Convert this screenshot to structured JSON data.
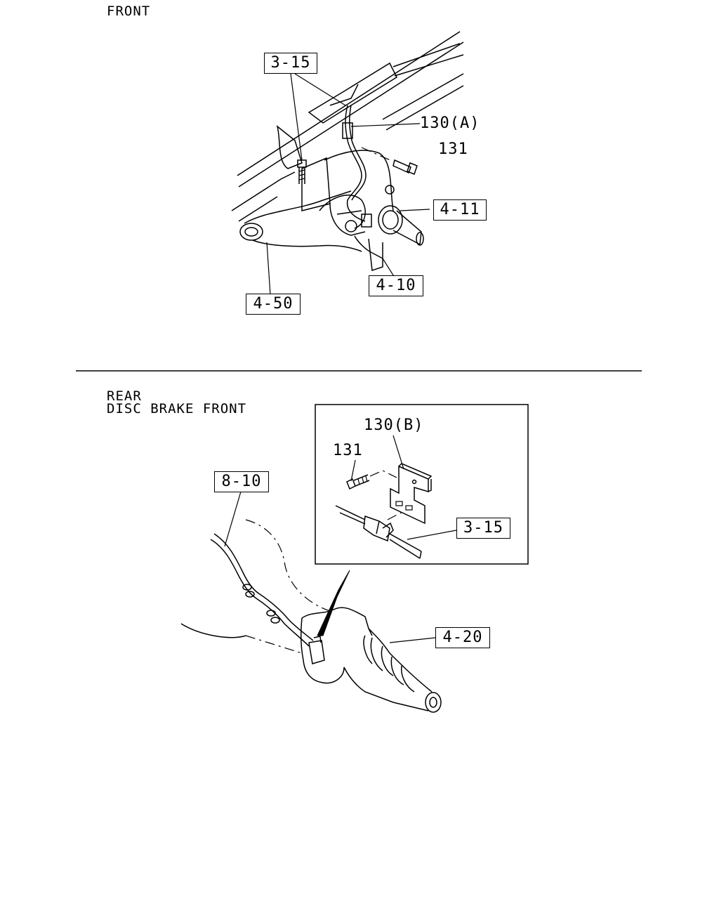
{
  "top_section": {
    "heading": "FRONT",
    "labels": {
      "wire_ref": "3-15",
      "bracket_a": "130(A)",
      "bolt": "131",
      "hub_ref": "4-11",
      "knuckle_ref": "4-10",
      "axle_ref": "4-50"
    }
  },
  "bottom_section": {
    "heading_line1": "REAR",
    "heading_line2": "DISC BRAKE FRONT",
    "labels": {
      "brake_line_ref": "8-10",
      "axle_ref": "4-20"
    },
    "detail": {
      "bracket_b": "130(B)",
      "bolt": "131",
      "wire_ref": "3-15"
    }
  }
}
